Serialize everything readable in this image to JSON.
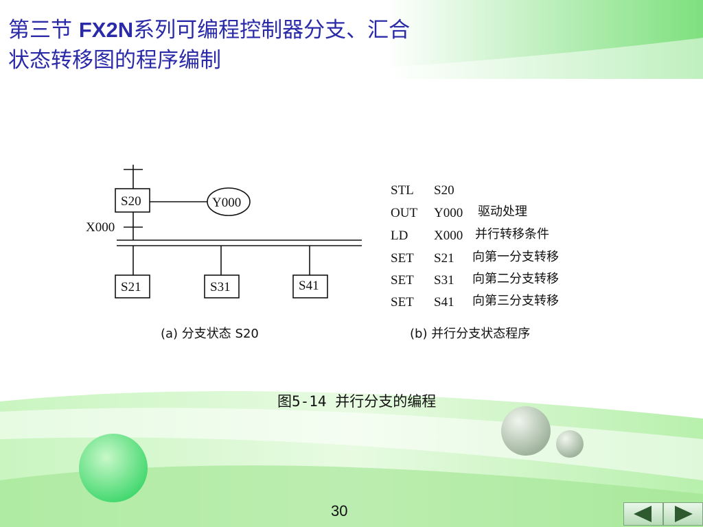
{
  "colors": {
    "title": "#2a2aa8",
    "accent_green": "#7ee07e",
    "nav": "#8fbf8f"
  },
  "title": {
    "line1_part1": "第三节 ",
    "line1_bold": "FX2N",
    "line1_part2": "系列可编程控制器分支、汇合",
    "line2": "状态转移图的程序编制"
  },
  "diagram_a": {
    "input_label": "X000",
    "state_s20": "S20",
    "output_y000": "Y000",
    "branch_states": [
      "S21",
      "S31",
      "S41"
    ],
    "caption": "(a)  分支状态 S20"
  },
  "program_b": {
    "rows": [
      {
        "op": "STL",
        "operand": "S20",
        "comment": ""
      },
      {
        "op": "OUT",
        "operand": "Y000",
        "comment": "驱动处理"
      },
      {
        "op": "LD",
        "operand": "X000",
        "comment": "并行转移条件"
      },
      {
        "op": "SET",
        "operand": "S21",
        "comment": "向第一分支转移"
      },
      {
        "op": "SET",
        "operand": "S31",
        "comment": "向第二分支转移"
      },
      {
        "op": "SET",
        "operand": "S41",
        "comment": "向第三分支转移"
      }
    ],
    "caption": "(b)  并行分支状态程序"
  },
  "figure_caption": "图5-14 并行分支的编程",
  "page_number": "30",
  "nav": {
    "prev_icon": "left-triangle-icon",
    "next_icon": "right-triangle-icon"
  }
}
